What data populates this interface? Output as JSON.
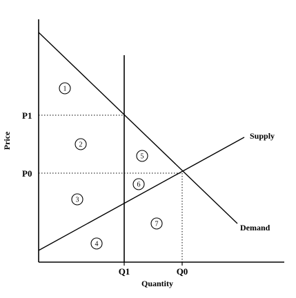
{
  "axes": {
    "x_label": "Quantity",
    "y_label": "Price"
  },
  "price_ticks": {
    "p1": "P1",
    "p0": "P0"
  },
  "quantity_ticks": {
    "q1": "Q1",
    "q0": "Q0"
  },
  "curves": {
    "supply": "Supply",
    "demand": "Demand",
    "quota": ""
  },
  "regions": [
    "1",
    "2",
    "3",
    "4",
    "5",
    "6",
    "7"
  ]
}
